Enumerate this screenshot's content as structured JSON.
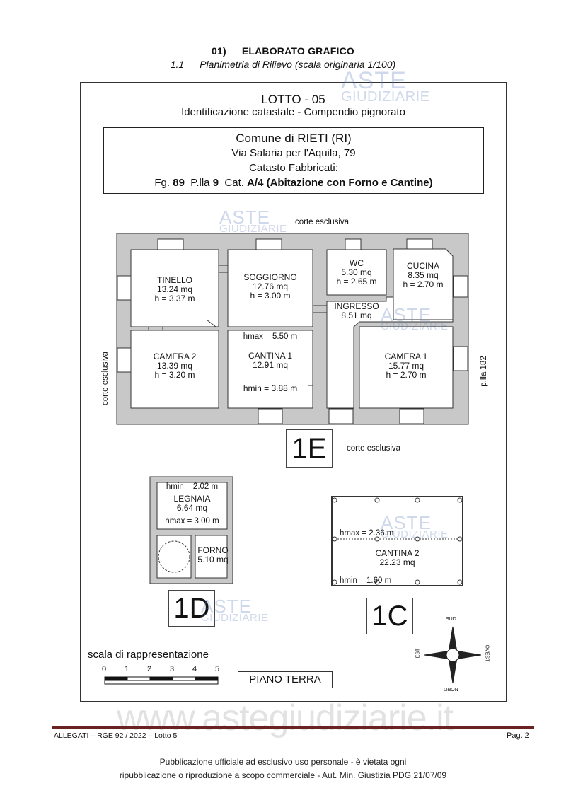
{
  "header": {
    "section_num": "01)",
    "section_title": "ELABORATO GRAFICO",
    "sub_num": "1.1",
    "sub_title": "Planimetria di Rilievo (scala originaria 1/100)"
  },
  "drawing": {
    "lot": "LOTTO - 05",
    "subtitle": "Identificazione catastale - Compendio pignorato",
    "box": {
      "line1": "Comune di RIETI (RI)",
      "line2": "Via Salaria per l'Aquila, 79",
      "line3": "Catasto  Fabbricati:",
      "fg_label": "Fg.",
      "fg": "89",
      "plla_label": "P.lla",
      "plla": "9",
      "cat_label": "Cat.",
      "cat": "A/4 (Abitazione con Forno e Cantine)"
    },
    "labels": {
      "corte_top": "corte esclusiva",
      "corte_left": "corte esclusiva",
      "corte_bottom": "corte esclusiva",
      "plla_right": "p.lla  182"
    },
    "rooms": [
      {
        "name": "TINELLO",
        "area": "13.24 mq",
        "h": "h = 3.37 m"
      },
      {
        "name": "SOGGIORNO",
        "area": "12.76 mq",
        "h": "h = 3.00 m"
      },
      {
        "name": "WC",
        "area": "5.30 mq",
        "h": "h = 2.65 m"
      },
      {
        "name": "CUCINA",
        "area": "8.35 mq",
        "h": "h = 2.70 m"
      },
      {
        "name": "INGRESSO",
        "area": "8.51 mq"
      },
      {
        "name": "CAMERA 2",
        "area": "13.39 mq",
        "h": "h = 3.20 m"
      },
      {
        "name": "CANTINA 1",
        "area": "12.91 mq",
        "hmax": "hmax = 5.50 m",
        "hmin": "hmin = 3.88 m"
      },
      {
        "name": "CAMERA 1",
        "area": "15.77 mq",
        "h": "h = 2.70 m"
      }
    ],
    "units": {
      "u1E": "1E",
      "u1D": "1D",
      "u1C": "1C"
    },
    "legnaia": {
      "name": "LEGNAIA",
      "area": "6.64 mq",
      "hmin": "hmin = 2.02 m",
      "hmax": "hmax = 3.00 m"
    },
    "forno": {
      "name": "FORNO",
      "area": "5.10 mq"
    },
    "cantina2": {
      "name": "CANTINA 2",
      "area": "22.23 mq",
      "hmax": "hmax = 2.36 m",
      "hmin": "hmin = 1.60 m"
    },
    "scale": {
      "title": "scala di rappresentazione",
      "ticks": [
        "0",
        "1",
        "2",
        "3",
        "4",
        "5"
      ]
    },
    "floor": "PIANO TERRA",
    "compass": {
      "n": "SUD",
      "s": "NORD",
      "e": "OVEST",
      "w": "EST"
    }
  },
  "watermark": {
    "url": "www.astegiudiziarie.it",
    "brand1": "ASTE",
    "brand2": "GIUDIZIARIE"
  },
  "footer": {
    "left": "ALLEGATI – RGE  92 / 2022 – Lotto 5",
    "right": "Pag. 2",
    "pub1": "Pubblicazione ufficiale ad esclusivo uso personale - è vietata ogni",
    "pub2": "ripubblicazione o riproduzione a scopo commerciale - Aut. Min. Giustizia PDG 21/07/09"
  },
  "colors": {
    "footer_rule": "#6b2222",
    "wall": "#c8c8c8",
    "watermark": "#5f82be"
  }
}
